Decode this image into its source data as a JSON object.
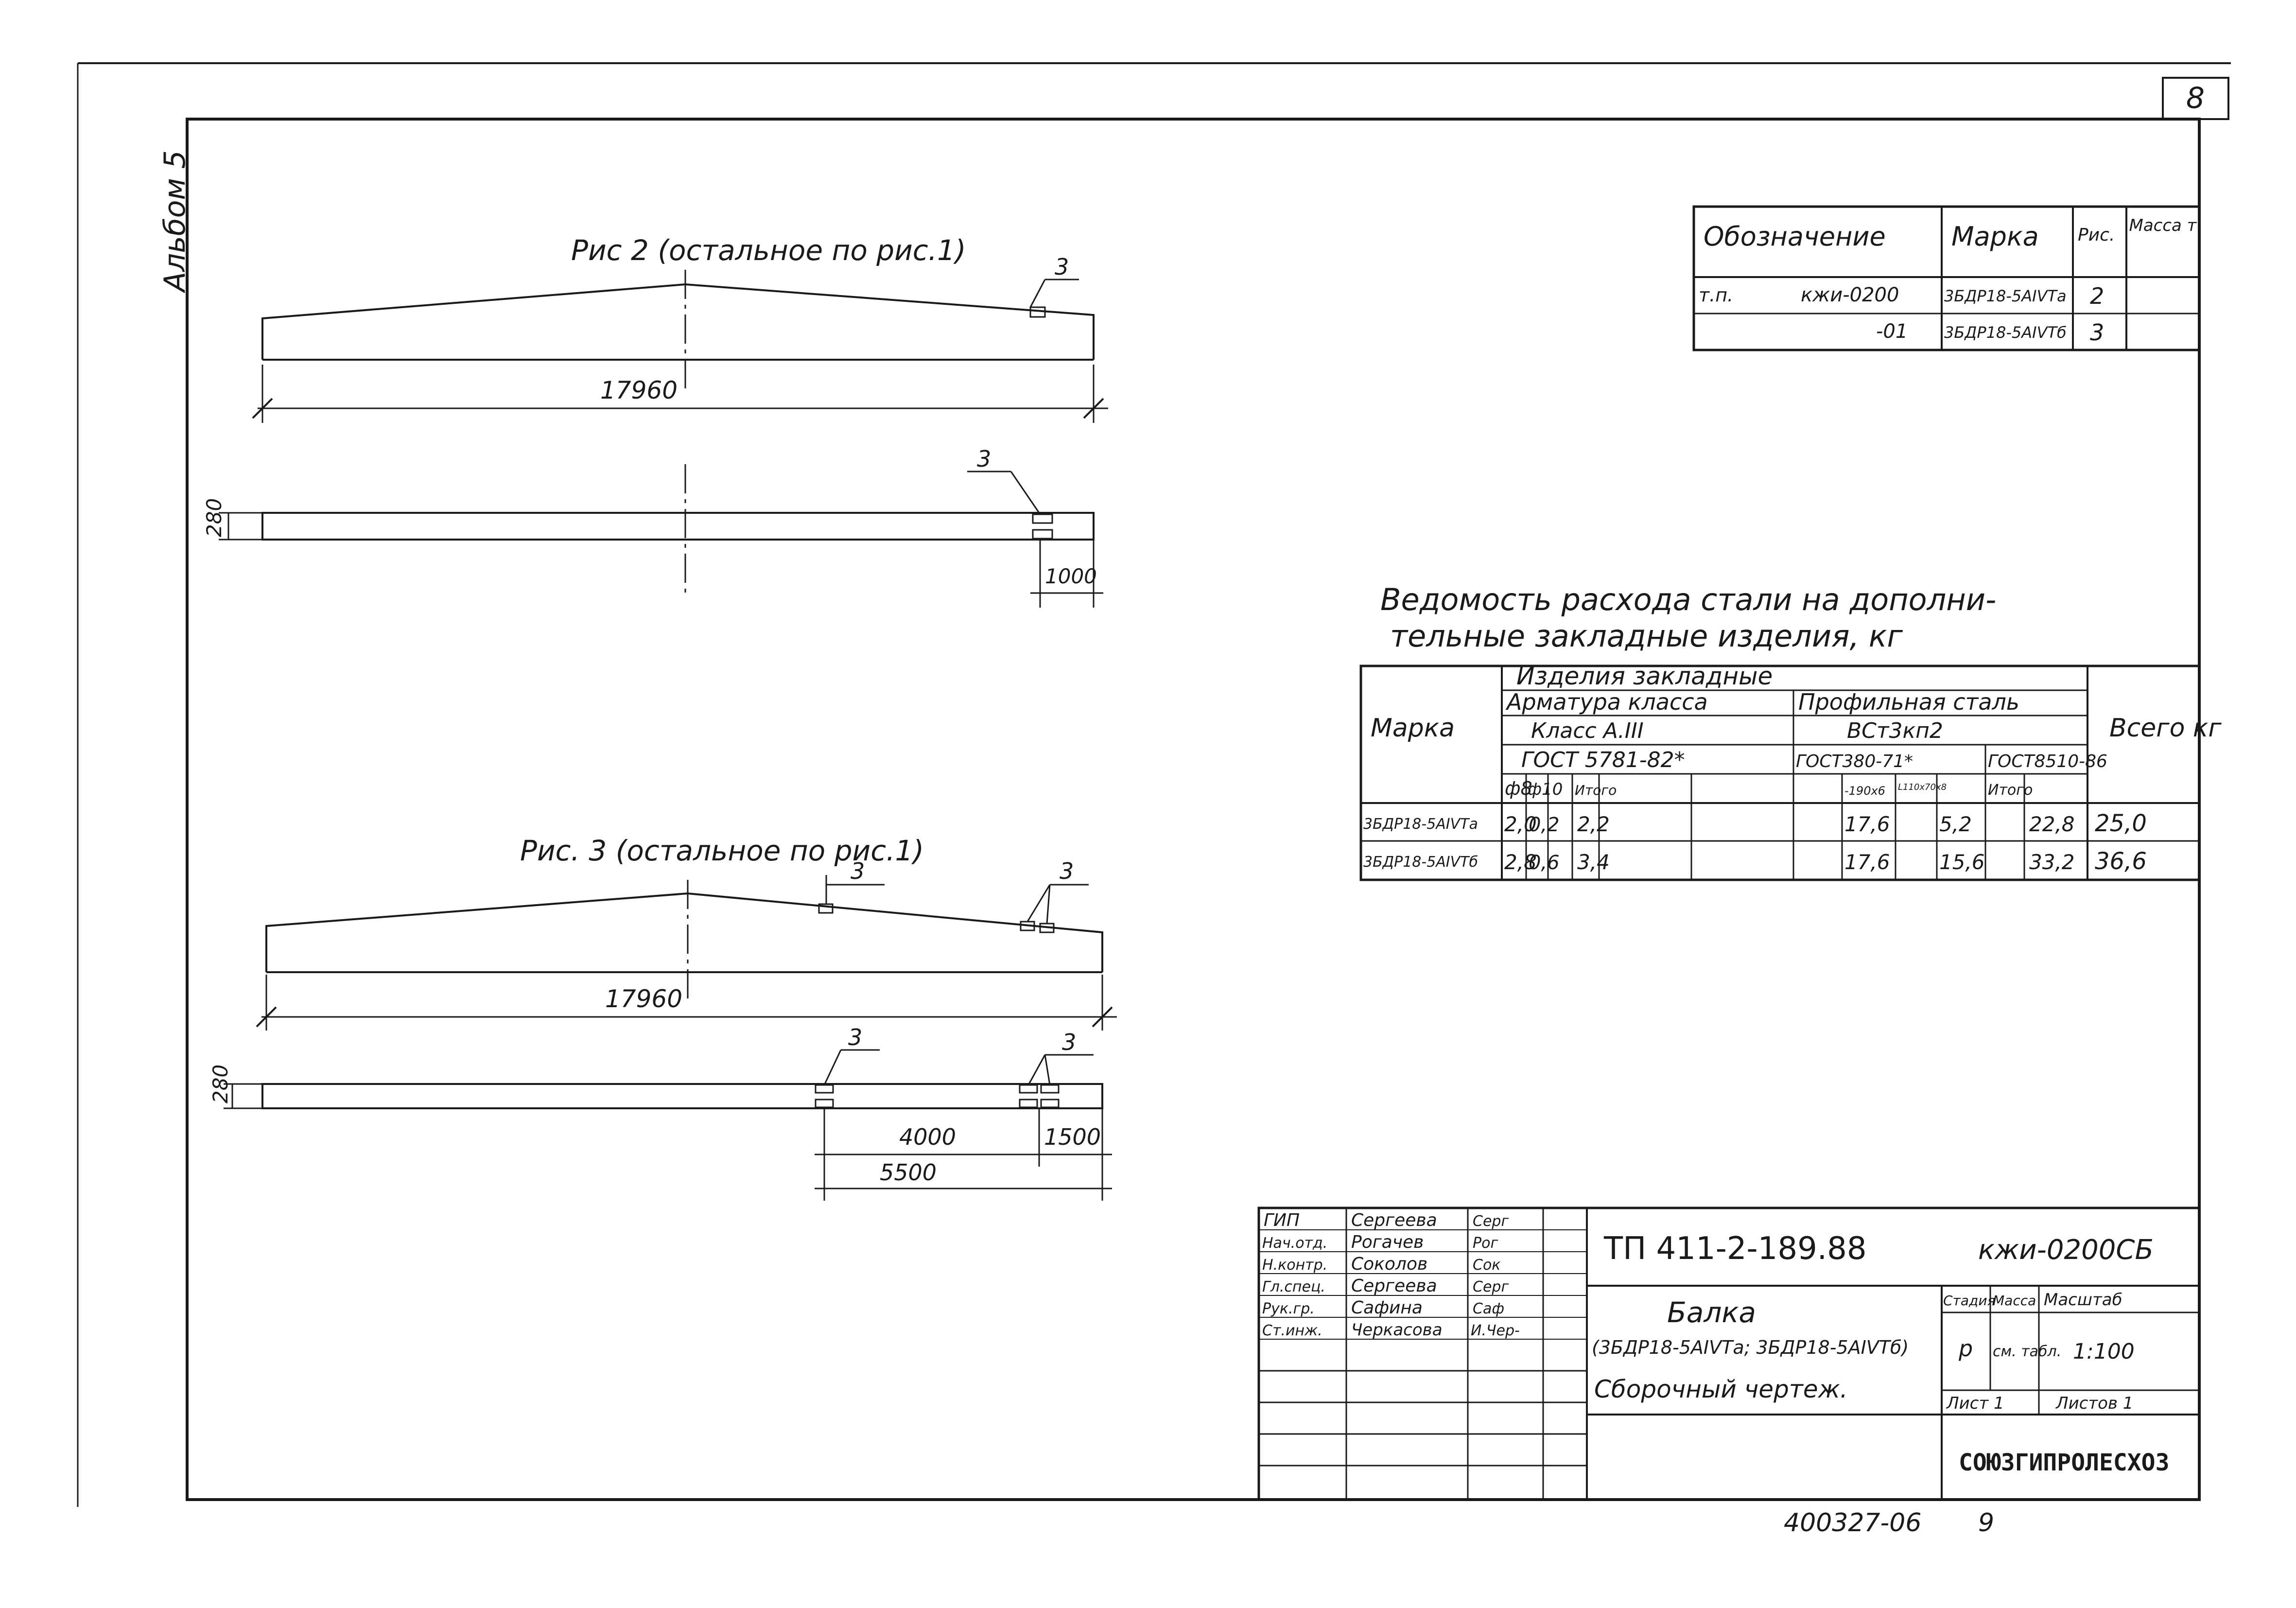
{
  "album_label": "Альбом 5",
  "sheet_number": "8",
  "fig2": {
    "caption": "Рис 2 (остальное по рис.1)",
    "length": "17960",
    "height": "280",
    "offset": "1000",
    "callout": "3"
  },
  "fig3": {
    "caption": "Рис. 3 (остальное по рис.1)",
    "length": "17960",
    "height": "280",
    "dim_a": "4000",
    "dim_b": "1500",
    "dim_total": "5500",
    "callout": "3"
  },
  "designation_table": {
    "headers": [
      "Обозначение",
      "Марка",
      "Рис.",
      "Масса т"
    ],
    "rows": [
      [
        "т.п.",
        "кжи-0200",
        "3БДР18-5АIVТа",
        "2",
        ""
      ],
      [
        "",
        "-01",
        "3БДР18-5АIVТб",
        "3",
        ""
      ]
    ]
  },
  "steel_table": {
    "title_line1": "Ведомость расхода стали на дополни-",
    "title_line2": "тельные закладные изделия, кг",
    "col_marka": "Марка",
    "col_total": "Всего кг",
    "group_main": "Изделия закладные",
    "group_rebar": "Арматура класса",
    "rebar_class": "Класс А.III",
    "rebar_gost": "ГОСТ 5781-82*",
    "group_profile": "Профильная сталь",
    "profile_grade": "ВСт3кп2",
    "profile_gost1": "ГОСТ380-71*",
    "profile_gost2": "ГОСТ8510-86",
    "sub_headers": [
      "ф8",
      "ф10",
      "",
      "Итого",
      "",
      "",
      "-190х6",
      "",
      "L110х70х8",
      "",
      "Итого"
    ],
    "rows": [
      {
        "marka": "3БДР18-5АIVТа",
        "cells": [
          "2,0",
          "0,2",
          "",
          "2,2",
          "",
          "",
          "17,6",
          "",
          "5,2",
          "",
          "22,8"
        ],
        "total": "25,0"
      },
      {
        "marka": "3БДР18-5АIVТб",
        "cells": [
          "2,8",
          "0,6",
          "",
          "3,4",
          "",
          "",
          "17,6",
          "",
          "15,6",
          "",
          "33,2"
        ],
        "total": "36,6"
      }
    ]
  },
  "title_block": {
    "roles": [
      {
        "role": "ГИП",
        "name": "Сергеева",
        "sign": "Серг"
      },
      {
        "role": "Нач.отд.",
        "name": "Рогачев",
        "sign": "Рог"
      },
      {
        "role": "Н.контр.",
        "name": "Соколов",
        "sign": "Сок"
      },
      {
        "role": "Гл.спец.",
        "name": "Сергеева",
        "sign": "Серг"
      },
      {
        "role": "Рук.гр.",
        "name": "Сафина",
        "sign": "Саф"
      },
      {
        "role": "Ст.инж.",
        "name": "Черкасова",
        "sign": "И.Чер-"
      }
    ],
    "project_code": "ТП 411-2-189.88",
    "doc_code": "кжи-0200СБ",
    "item_title": "Балка",
    "item_marks": "(3БДР18-5АIVТа; 3БДР18-5АIVТб)",
    "drawing_type": "Сборочный чертеж.",
    "stage_label": "Стадия",
    "mass_label": "Масса",
    "scale_label": "Масштаб",
    "stage_value": "р",
    "mass_value": "см. табл.",
    "scale_value": "1:100",
    "sheet_label": "Лист 1",
    "sheets_label": "Листов 1",
    "organization": "СОЮЗГИПРОЛЕСХОЗ"
  },
  "footer_code": "400327-06",
  "footer_page": "9"
}
